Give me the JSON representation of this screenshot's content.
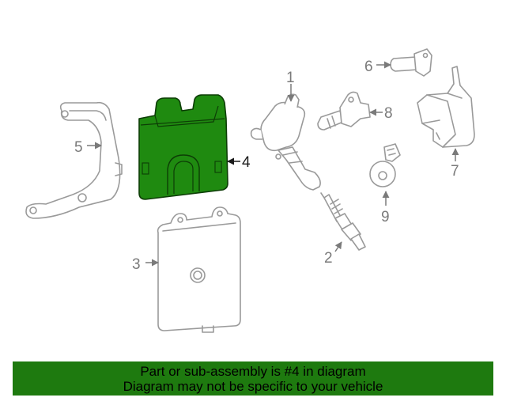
{
  "colors": {
    "highlight_fill": "#1f8a10",
    "highlight_stroke": "#0d3d06",
    "part_outline": "#9a9a9a",
    "banner_bg": "#1e7a0f"
  },
  "callouts": {
    "c1": "1",
    "c2": "2",
    "c3": "3",
    "c4": "4",
    "c5": "5",
    "c6": "6",
    "c7": "7",
    "c8": "8",
    "c9": "9"
  },
  "highlighted_part": "4",
  "banner": {
    "line1": "Part or sub-assembly is #4 in diagram",
    "line2": "Diagram may not be specific to your vehicle"
  }
}
